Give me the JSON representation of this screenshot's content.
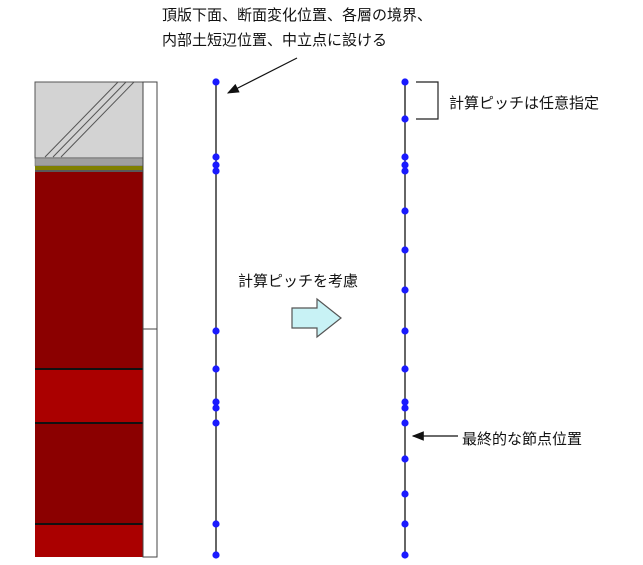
{
  "annotations": {
    "top_note_line1": "頂版下面、断面変化位置、各層の境界、",
    "top_note_line2": "内部土短辺位置、中立点に設ける",
    "pitch_note": "計算ピッチは任意指定",
    "consider_note": "計算ピッチを考慮",
    "final_note": "最終的な節点位置"
  },
  "colors": {
    "node": "#1a1aff",
    "dark_red": "#8b0000",
    "bright_red": "#aa0000",
    "slab_gray": "#d3d3d3",
    "arrow_fill": "#c8f2f5",
    "olive": "#808000"
  }
}
